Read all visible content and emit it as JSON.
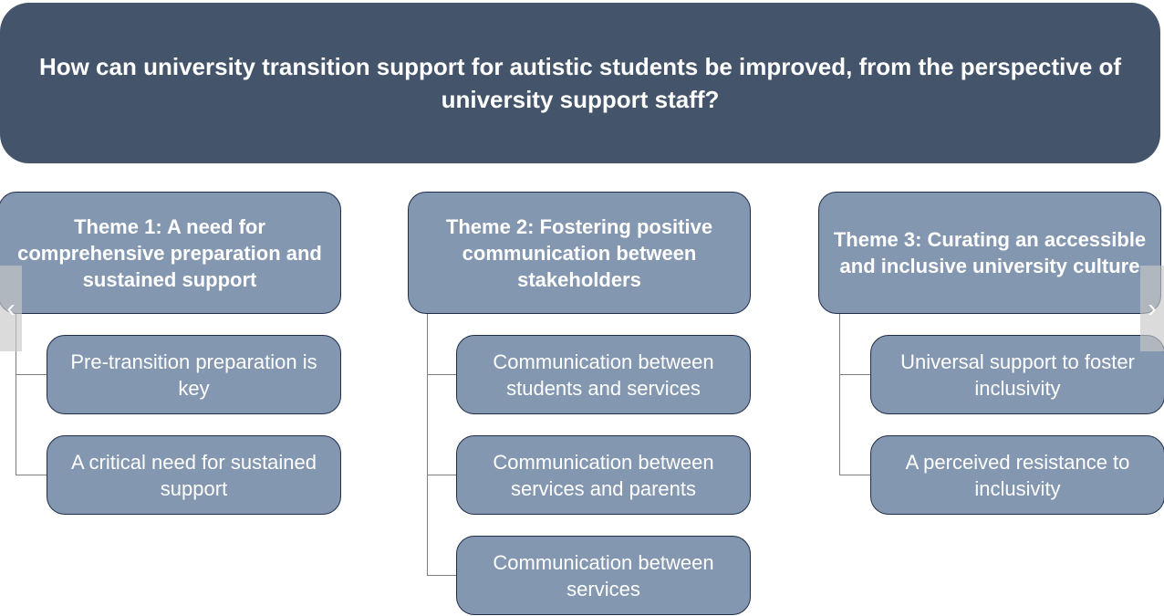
{
  "question": "How can university transition support for autistic students be improved, from the perspective of university support staff?",
  "themes": [
    {
      "title": "Theme 1: A need for comprehensive preparation and sustained support",
      "subs": [
        "Pre-transition preparation is key",
        "A critical need for sustained support"
      ]
    },
    {
      "title": "Theme 2: Fostering positive communication between stakeholders",
      "subs": [
        "Communication between students and services",
        "Communication between services and parents",
        "Communication between services"
      ]
    },
    {
      "title": "Theme 3: Curating an accessible and inclusive university culture",
      "subs": [
        "Universal support to foster inclusivity",
        "A perceived resistance to inclusivity"
      ]
    }
  ],
  "colors": {
    "header": "#44546a",
    "box": "#8497b0",
    "border": "#1f2d4a"
  }
}
